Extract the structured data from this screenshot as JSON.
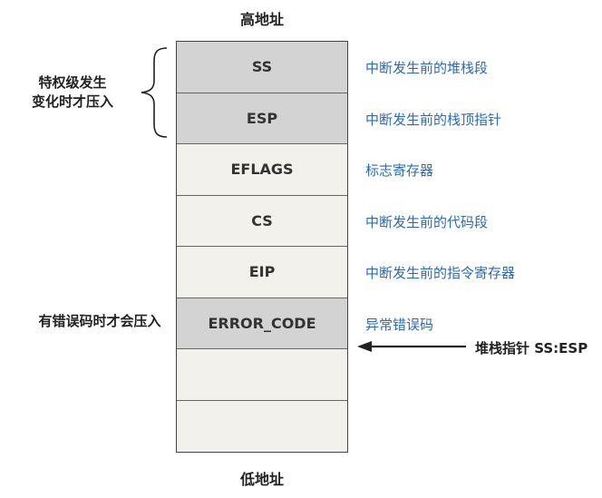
{
  "top_label": "高地址",
  "bottom_label": "低地址",
  "stack_cells": [
    {
      "name": "SS",
      "desc": "中断发生前的堆栈段",
      "shade": "gray"
    },
    {
      "name": "ESP",
      "desc": "中断发生前的栈顶指针",
      "shade": "gray"
    },
    {
      "name": "EFLAGS",
      "desc": "标志寄存器",
      "shade": "light"
    },
    {
      "name": "CS",
      "desc": "中断发生前的代码段",
      "shade": "light"
    },
    {
      "name": "EIP",
      "desc": "中断发生前的指令寄存器",
      "shade": "light"
    },
    {
      "name": "ERROR_CODE",
      "desc": "异常错误码",
      "shade": "gray"
    },
    {
      "name": "",
      "desc": "",
      "shade": "light"
    },
    {
      "name": "",
      "desc": "",
      "shade": "light"
    }
  ],
  "privilege_note_line1": "特权级发生",
  "privilege_note_line2": "变化时才压入",
  "error_note": "有错误码时才会压入",
  "stack_pointer_label": "堆栈指针 SS:ESP",
  "colors": {
    "gray_cell": "#d3d3d3",
    "light_cell": "#f2f1ec",
    "desc_text": "#2a6ab8"
  }
}
